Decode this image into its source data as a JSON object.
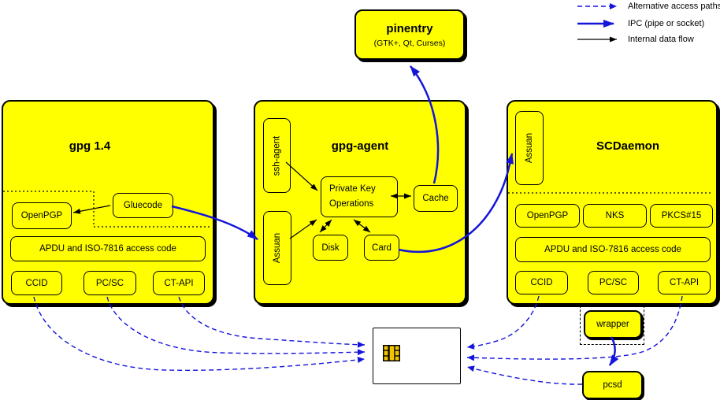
{
  "colors": {
    "box_fill": "#FFFF00",
    "line_blue": "#1414DC",
    "line_black": "#000000",
    "chip_gold": "#F0C400",
    "card_fill": "#FFFFFF"
  },
  "legend": {
    "items": [
      {
        "label": "Alternative access paths",
        "style": "dashed-blue-arrow"
      },
      {
        "label": "IPC (pipe or socket)",
        "style": "thick-blue-arrow"
      },
      {
        "label": "Internal data flow",
        "style": "thin-black-arrow"
      }
    ]
  },
  "pinentry": {
    "title": "pinentry",
    "subtitle": "(GTK+, Qt, Curses)"
  },
  "gpg14": {
    "title": "gpg 1.4",
    "openpgp": "OpenPGP",
    "gluecode": "Gluecode",
    "apdu": "APDU and ISO-7816 access code",
    "ccid": "CCID",
    "pcsc": "PC/SC",
    "ctapi": "CT-API"
  },
  "gpg_agent": {
    "title": "gpg-agent",
    "ssh_agent": "ssh-agent",
    "assuan": "Assuan",
    "pko_line1": "Private Key",
    "pko_line2": "Operations",
    "cache": "Cache",
    "disk": "Disk",
    "card": "Card"
  },
  "scdaemon": {
    "title": "SCDaemon",
    "assuan": "Assuan",
    "openpgp": "OpenPGP",
    "nks": "NKS",
    "pkcs15": "PKCS#15",
    "apdu": "APDU and ISO-7816 access code",
    "ccid": "CCID",
    "pcsc": "PC/SC",
    "ctapi": "CT-API"
  },
  "peripherals": {
    "wrapper": "wrapper",
    "pcsd": "pcsd",
    "smartcard_icon": "smartcard-chip-icon"
  }
}
